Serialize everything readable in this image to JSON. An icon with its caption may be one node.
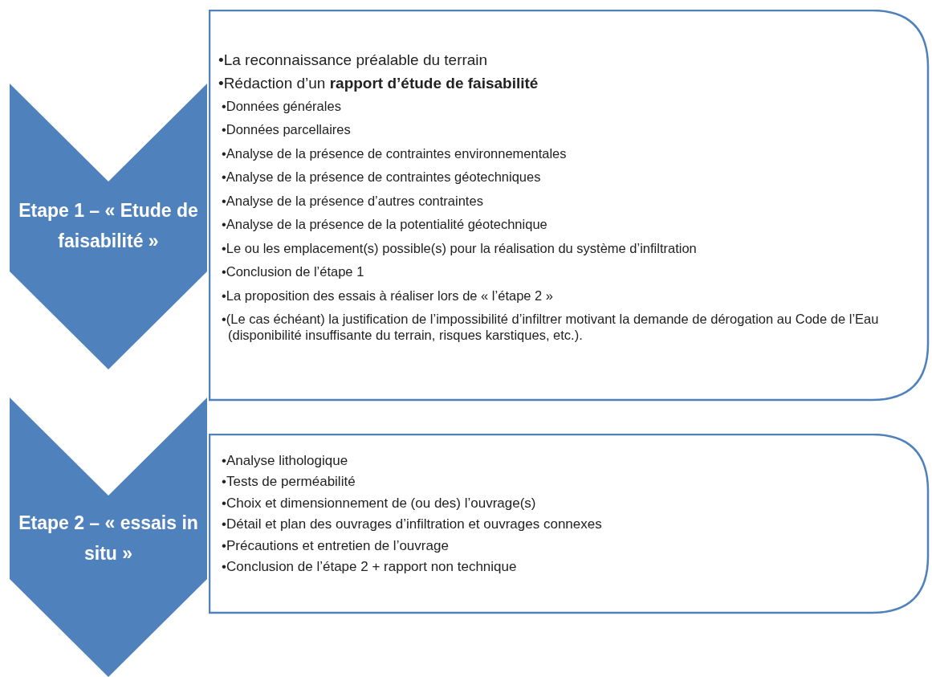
{
  "diagram": {
    "nodes": [
      {
        "text": [
          "Etape 1 – « Etude de faisabilité »"
        ]
      },
      {
        "text": [
          "•La reconnaissance préalable du terrain",
          "•Rédaction d’un **rapport d’étude de faisabilité**",
          "•Données générales",
          "•Données parcellaires",
          "•Analyse de la présence de contraintes environnementales",
          "•Analyse de la présence de contraintes géotechniques",
          "•Analyse de la présence d’autres contraintes",
          "•Analyse de la présence de la potentialité géotechnique",
          "•Le ou les emplacement(s) possible(s) pour la réalisation du système d’infiltration",
          "•Conclusion de l’étape 1",
          "•La proposition des essais à réaliser lors de « l’étape 2 »",
          "•(Le cas échéant) la justification de l’impossibilité d’infiltrer motivant la demande de dérogation au Code de l’Eau (disponibilité insuffisante du terrain, risques karstiques, etc.)."
        ]
      },
      {
        "text": [
          "Etape 2 – « essais in situ »"
        ]
      },
      {
        "text": [
          "•Analyse lithologique",
          "•Tests de perméabilité",
          "•Choix et dimensionnement de (ou des) l’ouvrage(s)",
          "•Détail et plan des ouvrages d’infiltration et ouvrages connexes",
          "•Précautions et entretien de l’ouvrage",
          "•Conclusion de l’étape 2 + rapport non technique"
        ]
      }
    ],
    "edges": []
  }
}
